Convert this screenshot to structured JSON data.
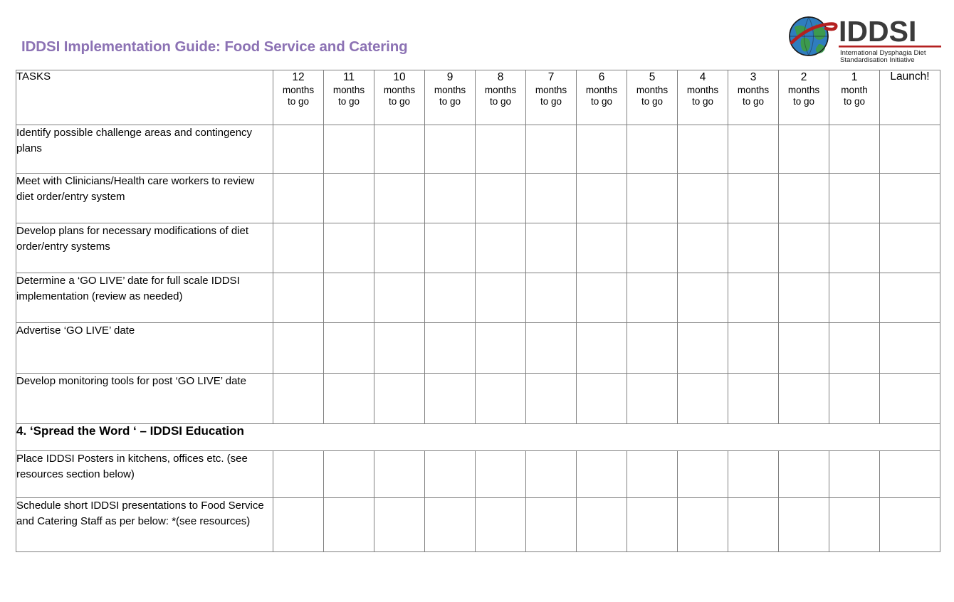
{
  "document": {
    "title": "IDDSI Implementation Guide: Food Service and Catering",
    "title_color": "#8c72b4"
  },
  "logo": {
    "name": "iddsi-logo",
    "wordmark": "IDDSI",
    "tagline_line1": "International Dysphagia Diet",
    "tagline_line2": "Standardisation Initiative",
    "globe_color": "#2f7dbf",
    "land_color": "#3c9a4e",
    "swoosh_color": "#b42020",
    "wordmark_color": "#3b3b3b"
  },
  "table": {
    "task_header": "TASKS",
    "columns": [
      {
        "num": "12",
        "unit1": "months",
        "unit2": "to go"
      },
      {
        "num": "11",
        "unit1": "months",
        "unit2": "to go"
      },
      {
        "num": "10",
        "unit1": "months",
        "unit2": "to go"
      },
      {
        "num": "9",
        "unit1": "months",
        "unit2": "to go"
      },
      {
        "num": "8",
        "unit1": "months",
        "unit2": "to go"
      },
      {
        "num": "7",
        "unit1": "months",
        "unit2": "to go"
      },
      {
        "num": "6",
        "unit1": "months",
        "unit2": "to go"
      },
      {
        "num": "5",
        "unit1": "months",
        "unit2": "to go"
      },
      {
        "num": "4",
        "unit1": "months",
        "unit2": "to go"
      },
      {
        "num": "3",
        "unit1": "months",
        "unit2": "to go"
      },
      {
        "num": "2",
        "unit1": "months",
        "unit2": "to go"
      },
      {
        "num": "1",
        "unit1": "month",
        "unit2": "to go"
      }
    ],
    "launch_label": "Launch!",
    "fill_colors": {
      "green": "#8d9a76",
      "purple": "#766c91",
      "section_band": "#dce6f1"
    },
    "rows": [
      {
        "type": "task",
        "label": "Identify possible challenge areas and contingency plans",
        "height": 68,
        "fill": "green",
        "cells": [
          0,
          0,
          1,
          1,
          1,
          1,
          1,
          1,
          1,
          1,
          1,
          1,
          1
        ]
      },
      {
        "type": "task",
        "label": "Meet with Clinicians/Health care workers to review diet order/entry system",
        "height": 70,
        "fill": "green",
        "cells": [
          0,
          0,
          0,
          1,
          0,
          0,
          0,
          0,
          0,
          0,
          0,
          0,
          0
        ]
      },
      {
        "type": "task",
        "label": "Develop plans for necessary modifications of diet order/entry systems",
        "height": 70,
        "fill": "green",
        "cells": [
          0,
          0,
          0,
          1,
          1,
          1,
          1,
          1,
          0,
          0,
          0,
          0,
          0
        ]
      },
      {
        "type": "task",
        "label": "Determine a ‘GO LIVE’ date for full scale IDDSI implementation (review as needed)",
        "height": 70,
        "fill": "green",
        "cells": [
          0,
          0,
          0,
          1,
          0,
          0,
          1,
          0,
          0,
          1,
          0,
          0,
          0
        ]
      },
      {
        "type": "task",
        "label": "Advertise ‘GO LIVE’ date",
        "height": 71,
        "fill": "green",
        "cells": [
          0,
          0,
          0,
          0,
          0,
          0,
          0,
          0,
          0,
          0,
          1,
          1,
          1
        ]
      },
      {
        "type": "task",
        "label": "Develop monitoring tools for post ‘GO LIVE’ date",
        "height": 71,
        "fill": "green",
        "cells": [
          0,
          0,
          0,
          0,
          0,
          0,
          0,
          0,
          0,
          0,
          1,
          1,
          1
        ]
      },
      {
        "type": "section",
        "label": "4. ‘Spread the Word ‘ – IDDSI Education",
        "height": 38
      },
      {
        "type": "task",
        "label": "Place IDDSI Posters in kitchens, offices etc. (see resources section below)",
        "height": 66,
        "fill": "purple",
        "cells": [
          1,
          1,
          1,
          1,
          1,
          1,
          1,
          1,
          1,
          1,
          1,
          1,
          1
        ]
      },
      {
        "type": "task",
        "label": "Schedule short IDDSI presentations to Food Service and Catering Staff as per below: *(see resources)",
        "height": 76,
        "fill": "purple",
        "cells": [
          1,
          0,
          0,
          0,
          0,
          0,
          0,
          0,
          0,
          0,
          0,
          0,
          0
        ]
      }
    ]
  }
}
